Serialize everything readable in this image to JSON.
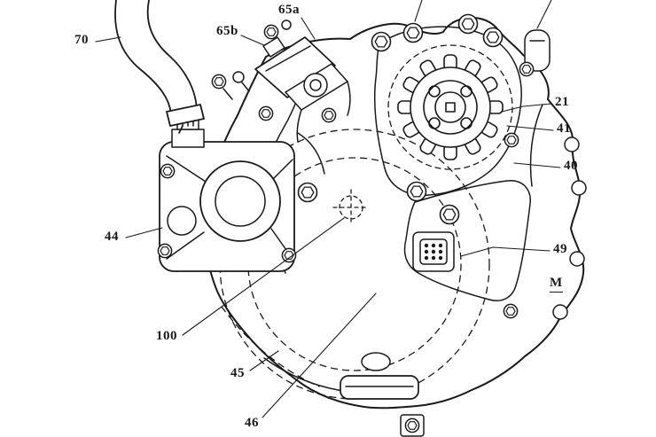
{
  "figure": {
    "background": "#ffffff",
    "ink": "#1a1a1a",
    "labels": [
      {
        "text": "70"
      },
      {
        "text": "65a"
      },
      {
        "text": "65b"
      },
      {
        "text": "21"
      },
      {
        "text": "41"
      },
      {
        "text": "40"
      },
      {
        "text": "44"
      },
      {
        "text": "49"
      },
      {
        "text": "M"
      },
      {
        "text": "100"
      },
      {
        "text": "45"
      },
      {
        "text": "46"
      }
    ]
  }
}
